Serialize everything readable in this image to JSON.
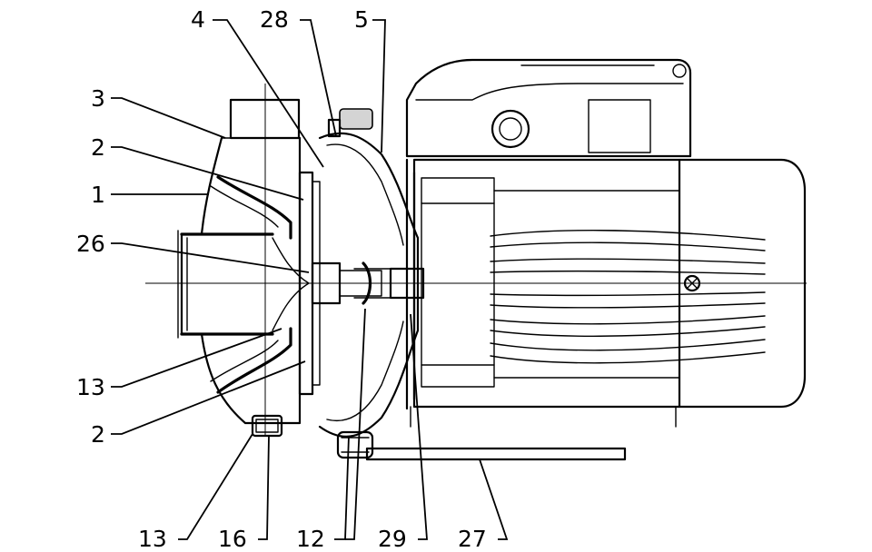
{
  "labels": {
    "top_4": "4",
    "top_28": "28",
    "top_5": "5",
    "left_3": "3",
    "left_2a": "2",
    "left_1": "1",
    "left_26": "26",
    "left_13": "13",
    "left_2b": "2",
    "bottom_13": "13",
    "bottom_16": "16",
    "bottom_12": "12",
    "bottom_29": "29",
    "bottom_27": "27"
  }
}
